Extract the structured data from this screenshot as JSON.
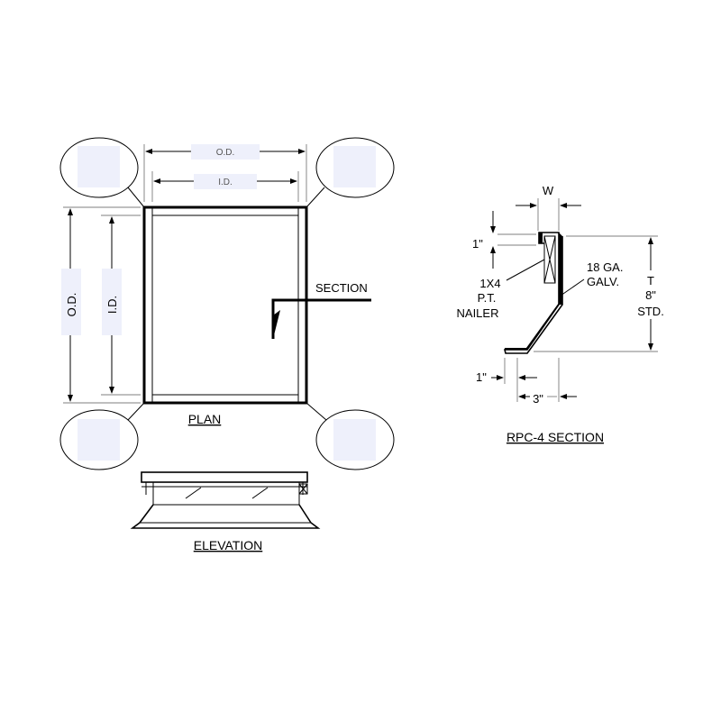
{
  "plan": {
    "title": "PLAN",
    "od_h_label": "O.D.",
    "id_h_label": "I.D.",
    "od_v_label": "O.D.",
    "id_v_label": "I.D.",
    "section_callout": "SECTION"
  },
  "elevation": {
    "title": "ELEVATION"
  },
  "section": {
    "title": "RPC-4 SECTION",
    "width_label": "W",
    "top_dim": "1\"",
    "nailer_lines": [
      "1X4",
      "P.T.",
      "NAILER"
    ],
    "material_lines": [
      "18 GA.",
      "GALV."
    ],
    "height_lines": [
      "T",
      "8\"",
      "STD."
    ],
    "flange_dim": "1\"",
    "base_dim": "3\""
  },
  "colors": {
    "line": "#000000",
    "label_box": "#eef0fb",
    "dim_text": "#555555"
  }
}
